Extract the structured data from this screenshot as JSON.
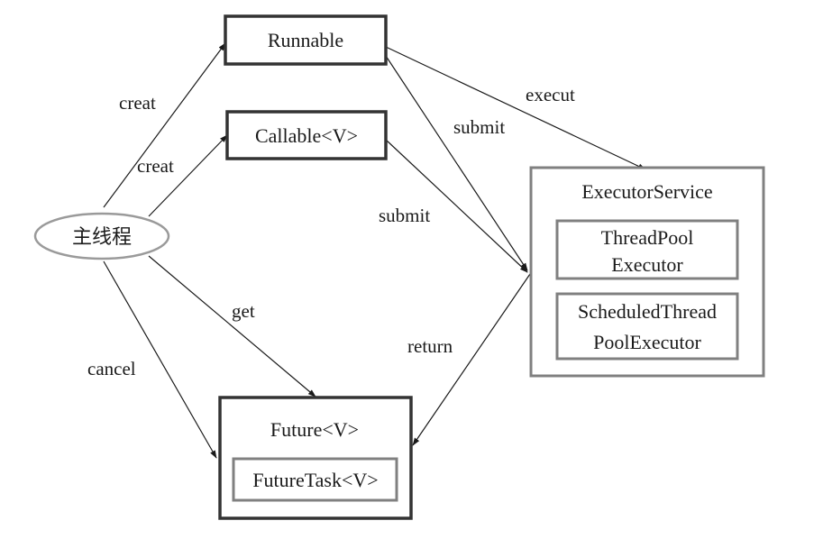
{
  "nodes": {
    "main_thread": "主线程",
    "runnable": "Runnable",
    "callable": "Callable<V>",
    "executor_service": "ExecutorService",
    "thread_pool_executor_line1": "ThreadPool",
    "thread_pool_executor_line2": "Executor",
    "scheduled_executor_line1": "ScheduledThread",
    "scheduled_executor_line2": "PoolExecutor",
    "future": "Future<V>",
    "future_task": "FutureTask<V>"
  },
  "edges": {
    "creat_runnable": "creat",
    "creat_callable": "creat",
    "get": "get",
    "cancel": "cancel",
    "execut": "execut",
    "submit_runnable": "submit",
    "submit_callable": "submit",
    "return": "return"
  },
  "colors": {
    "line": "#1a1a1a",
    "box_dark": "#333333",
    "box_gray": "#808080",
    "ellipse_stroke": "#9a9a9a"
  }
}
